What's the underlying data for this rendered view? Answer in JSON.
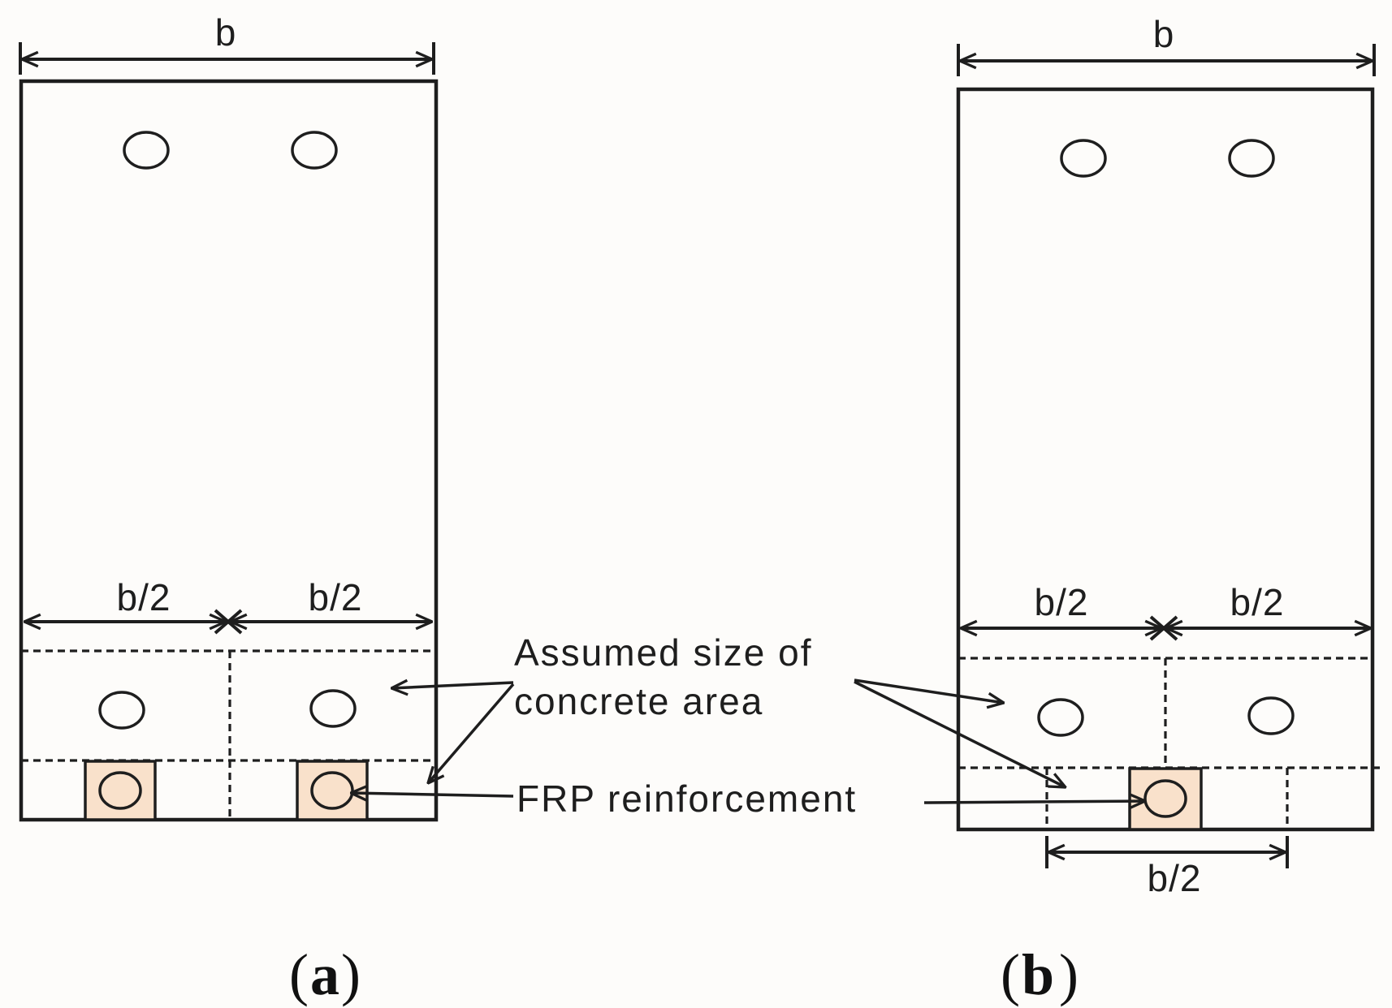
{
  "dimension_labels": {
    "a_width": "b",
    "a_half_left": "b/2",
    "a_half_right": "b/2",
    "b_width": "b",
    "b_half_left": "b/2",
    "b_half_right": "b/2",
    "b_half_bottom": "b/2"
  },
  "annotations": {
    "concrete_area_line1": "Assumed size of",
    "concrete_area_line2": "concrete area",
    "frp": "FRP  reinforcement"
  },
  "captions": {
    "a_open": "(",
    "a_letter": "a",
    "a_close": ")",
    "b_open": "(",
    "b_letter": "b",
    "b_close": ")"
  },
  "colors": {
    "frp_fill": "#f9e1cb",
    "line": "#1e1e1e"
  }
}
